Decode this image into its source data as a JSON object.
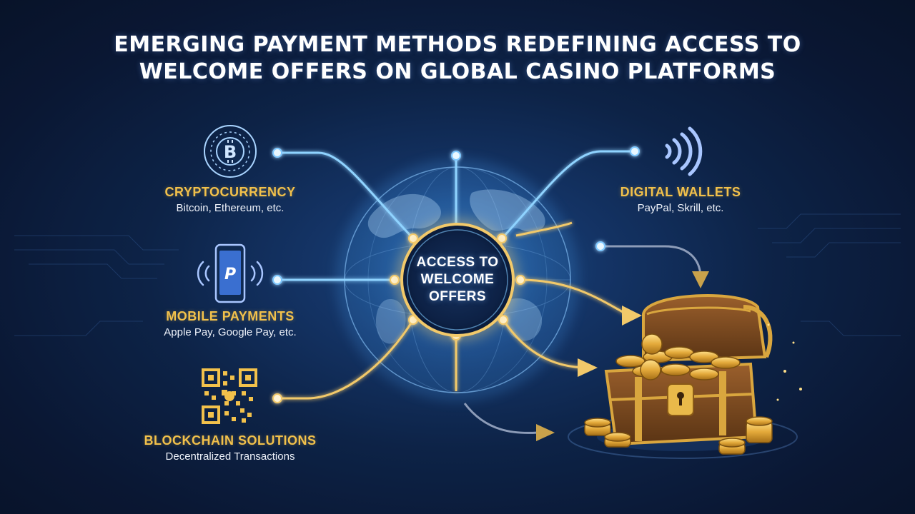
{
  "title": {
    "line1": "EMERGING PAYMENT METHODS REDEFINING ACCESS TO",
    "line2": "WELCOME OFFERS ON GLOBAL CASINO PLATFORMS"
  },
  "hub": {
    "line1": "ACCESS TO",
    "line2": "WELCOME",
    "line3": "OFFERS"
  },
  "methods": [
    {
      "name": "CRYPTOCURRENCY",
      "desc": "Bitcoin, Ethereum, etc.",
      "icon": "bitcoin-icon"
    },
    {
      "name": "DIGITAL WALLETS",
      "desc": "PayPal, Skrill, etc.",
      "icon": "contactless-icon"
    },
    {
      "name": "MOBILE PAYMENTS",
      "desc": "Apple Pay, Google Pay, etc.",
      "icon": "smartphone-paypal-icon"
    },
    {
      "name": "BLOCKCHAIN SOLUTIONS",
      "desc": "Decentralized Transactions",
      "icon": "qr-code-icon"
    }
  ],
  "reward": {
    "icon": "treasure-chest-icon"
  },
  "colors": {
    "background": "#0b1a33",
    "accent_gold": "#f2c14b",
    "glow_blue": "#7ec8ff",
    "text": "#ffffff"
  }
}
